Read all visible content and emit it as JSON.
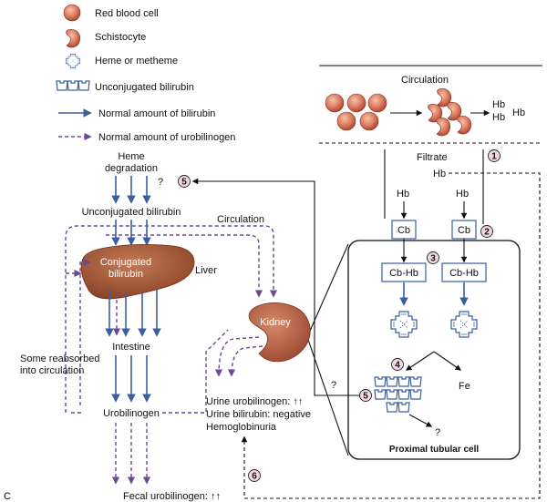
{
  "legend": {
    "rbc": "Red blood cell",
    "schistocyte": "Schistocyte",
    "heme": "Heme or metheme",
    "unconjugated": "Unconjugated bilirubin",
    "normal_bilirubin": "Normal amount of bilirubin",
    "normal_urobilinogen": "Normal amount of urobilinogen"
  },
  "kidney_panel": {
    "circulation": "Circulation",
    "hb1": "Hb",
    "hb2": "Hb",
    "hb3": "Hb",
    "filtrate": "Filtrate",
    "hb_filtrate": "Hb",
    "hb_left": "Hb",
    "hb_right": "Hb",
    "cb_left": "Cb",
    "cb_right": "Cb",
    "cbhb_left": "Cb-Hb",
    "cbhb_right": "Cb-Hb",
    "fe": "Fe",
    "question_bottom": "?",
    "question_left": "?",
    "cell_title": "Proximal tubular cell"
  },
  "liver_panel": {
    "heme_degradation_1": "Heme",
    "heme_degradation_2": "degradation",
    "question_top": "?",
    "unconjugated_bilirubin": "Unconjugated bilirubin",
    "circulation": "Circulation",
    "conjugated_1": "Conjugated",
    "conjugated_2": "bilirubin",
    "liver": "Liver",
    "kidney": "Kidney",
    "intestine": "Intestine",
    "reabsorbed_1": "Some reabsorbed",
    "reabsorbed_2": "into circulation",
    "urobilinogen": "Urobilinogen",
    "urine_urobilinogen": "Urine urobilinogen: ↑↑",
    "urine_bilirubin": "Urine bilirubin: negative",
    "hemoglobinuria": "Hemoglobinuria",
    "fecal": "Fecal urobilinogen: ↑↑"
  },
  "numbers": [
    "1",
    "2",
    "3",
    "4",
    "5",
    "6",
    "5"
  ],
  "panel_letter": "C",
  "colors": {
    "blue": "#3a5f9e",
    "purple": "#6a4a93",
    "liver": "#9a4e2e",
    "rbc": "#d9745a",
    "number_fill": "#f3d7de"
  }
}
